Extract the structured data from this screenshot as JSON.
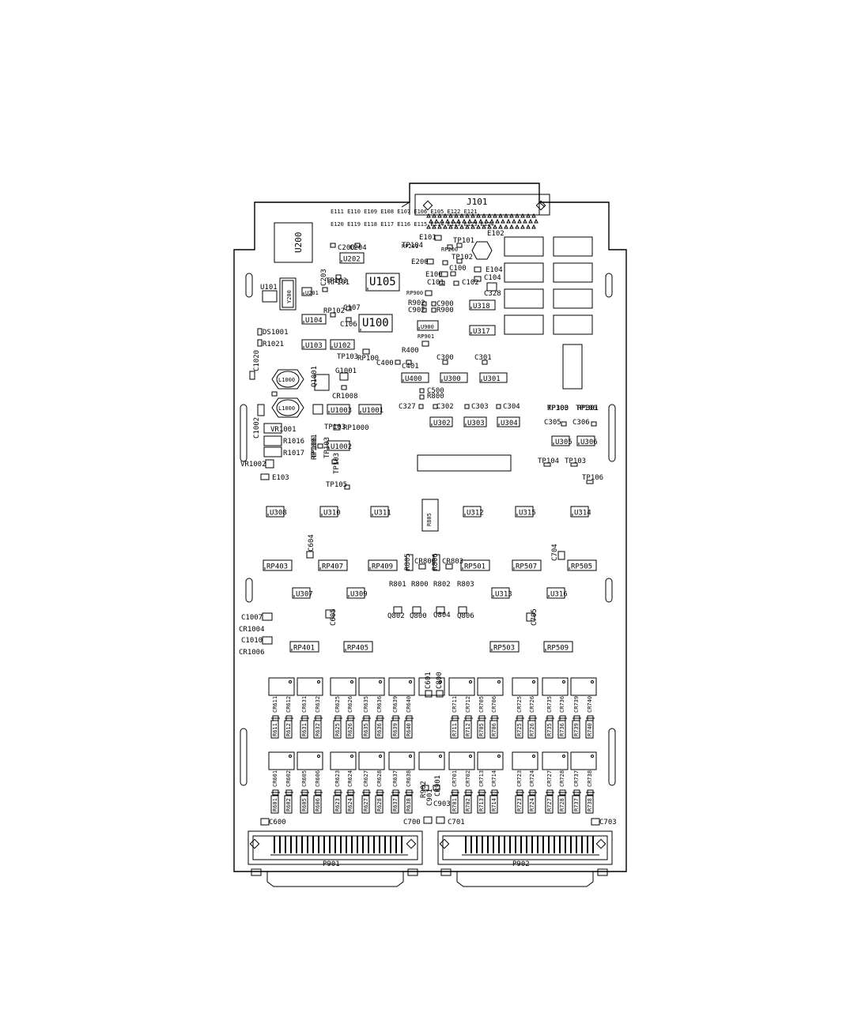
{
  "board": {
    "connectors": {
      "top": "J101",
      "bottom_left": "P901",
      "bottom_right": "P902"
    },
    "chips": [
      "U200",
      "U202",
      "U105",
      "U100",
      "U104",
      "U103",
      "U102",
      "U101",
      "U900",
      "U318",
      "U317",
      "U400",
      "U300",
      "U301",
      "U302",
      "U303",
      "U304",
      "U305",
      "U306",
      "U1003",
      "U1001",
      "U1002",
      "U308",
      "U310",
      "U311",
      "U312",
      "U315",
      "U314",
      "U307",
      "U309",
      "U313",
      "U316",
      "U201"
    ],
    "resistor_packs": [
      "RP403",
      "RP407",
      "RP409",
      "RP501",
      "RP507",
      "RP505",
      "RP401",
      "RP405",
      "RP503",
      "RP509",
      "RP101",
      "RP102",
      "RP100",
      "RP900",
      "RP901",
      "RP200",
      "RP201",
      "RP300",
      "RP301",
      "RP1000",
      "RP1001"
    ],
    "misc_labels": [
      "Y200",
      "DS1001",
      "R1021",
      "C1020",
      "L1000",
      "L1002",
      "Q1001",
      "G1001",
      "CR1008",
      "C1002",
      "VR1001",
      "R1016",
      "R1017",
      "VR1002",
      "E103",
      "TP105",
      "TP104",
      "TP103",
      "TP106",
      "TP101",
      "TP102",
      "E102",
      "E101",
      "E200",
      "E100",
      "E104",
      "C100",
      "C101",
      "C102",
      "C104",
      "C200",
      "C204",
      "C203",
      "C107",
      "C106",
      "R902",
      "C902",
      "C900",
      "R900",
      "R400",
      "C400",
      "C401",
      "C300",
      "C301",
      "C500",
      "R800",
      "C327",
      "C302",
      "C303",
      "C304",
      "C305",
      "C306",
      "K808",
      "C604",
      "CR800",
      "CR803",
      "R805",
      "R806",
      "C704",
      "R801",
      "R800",
      "R802",
      "R803",
      "Q802",
      "Q800",
      "Q804",
      "Q806",
      "C1007",
      "CR1004",
      "C1010",
      "CR1006",
      "C605",
      "C705",
      "C601",
      "C800",
      "C600",
      "C700",
      "C701",
      "C703",
      "C901",
      "CR901",
      "R902",
      "C903",
      "C328"
    ],
    "resistors_row_upper_left": [
      "R611",
      "R612",
      "R631",
      "R632",
      "R625",
      "R626",
      "R635",
      "R636",
      "R639",
      "R640"
    ],
    "resistors_row_upper_right": [
      "R711",
      "R712",
      "R705",
      "R706",
      "R725",
      "R726",
      "R735",
      "R736",
      "R739",
      "R740"
    ],
    "resistors_row_lower_left": [
      "R601",
      "R602",
      "R605",
      "R606",
      "R623",
      "R624",
      "R627",
      "R628",
      "R637",
      "R638"
    ],
    "resistors_row_lower_right": [
      "R701",
      "R702",
      "R713",
      "R714",
      "R723",
      "R724",
      "R727",
      "R728",
      "R737",
      "R738"
    ],
    "diodes_row_upper_left": [
      "CR611",
      "CR612",
      "CR631",
      "CR632",
      "CR625",
      "CR626",
      "CR635",
      "CR636",
      "CR639",
      "CR640"
    ],
    "diodes_row_upper_right": [
      "CR711",
      "CR712",
      "CR705",
      "CR706",
      "CR725",
      "CR726",
      "CR735",
      "CR736",
      "CR739",
      "CR740"
    ],
    "diodes_row_lower_left": [
      "CR601",
      "CR602",
      "CR605",
      "CR606",
      "CR623",
      "CR624",
      "CR627",
      "CR628",
      "CR637",
      "CR638"
    ],
    "diodes_row_lower_right": [
      "CR701",
      "CR702",
      "CR713",
      "CR714",
      "CR723",
      "CR724",
      "CR727",
      "CR728",
      "CR737",
      "CR738"
    ],
    "header_rows": {
      "row1": "E111 E110 E109 E108 E107 E106 E105 E122 E121",
      "row2": "E120 E119 E118 E117 E116 E115 E114 E113 E123 E124"
    }
  }
}
